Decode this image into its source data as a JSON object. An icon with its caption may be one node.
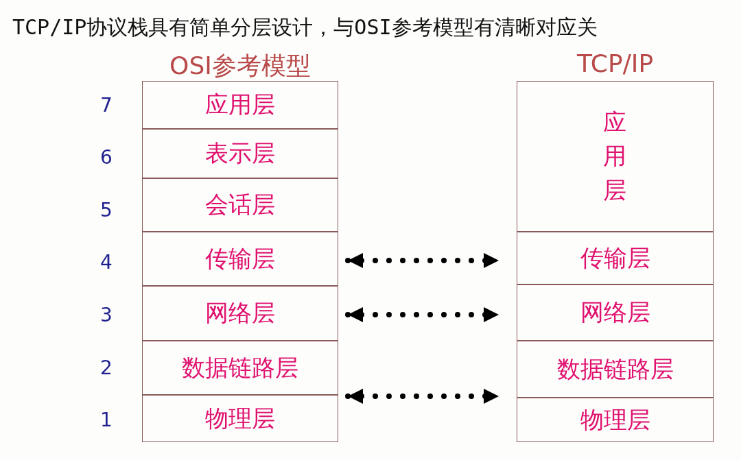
{
  "diagram": {
    "title": "TCP/IP协议栈具有简单分层设计，与OSI参考模型有清晰对应关",
    "nodes": [
      {
        "text": [
          "应用层"
        ]
      },
      {
        "text": [
          "表示层"
        ]
      },
      {
        "text": [
          "会话层"
        ]
      },
      {
        "text": [
          "传输层"
        ]
      },
      {
        "text": [
          "网络层"
        ]
      },
      {
        "text": [
          "数据链路层"
        ]
      },
      {
        "text": [
          "物理层"
        ]
      },
      {
        "text": [
          "应用层"
        ]
      },
      {
        "text": [
          "传输层"
        ]
      },
      {
        "text": [
          "网络层"
        ]
      },
      {
        "text": [
          "数据链路层"
        ]
      },
      {
        "text": [
          "物理层"
        ]
      }
    ],
    "edges": [
      {
        "from": 3,
        "to": 8,
        "arrow": "both",
        "style": "dashed"
      },
      {
        "from": 4,
        "to": 9,
        "arrow": "both",
        "style": "dashed"
      },
      {
        "from": 6,
        "to": 11,
        "arrow": "both",
        "style": "dashed"
      }
    ],
    "labels": [
      "OSI参考模型",
      "TCP/IP",
      "7",
      "6",
      "5",
      "4",
      "3",
      "2",
      "1"
    ]
  }
}
